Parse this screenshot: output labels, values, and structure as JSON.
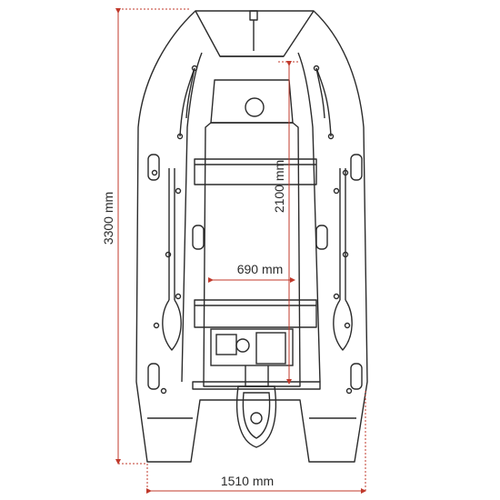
{
  "dimensions": {
    "length_label": "3300 mm",
    "floor_length_label": "2100 mm",
    "floor_width_label": "690 mm",
    "width_label": "1510 mm"
  },
  "colors": {
    "dimension_line": "#c0392b",
    "outline": "#2b2b2b",
    "text": "#2b2b2b",
    "hull_fill": "#ffffff"
  },
  "icons": {
    "boat": "inflatable-boat-icon",
    "motor": "outboard-motor-icon"
  }
}
